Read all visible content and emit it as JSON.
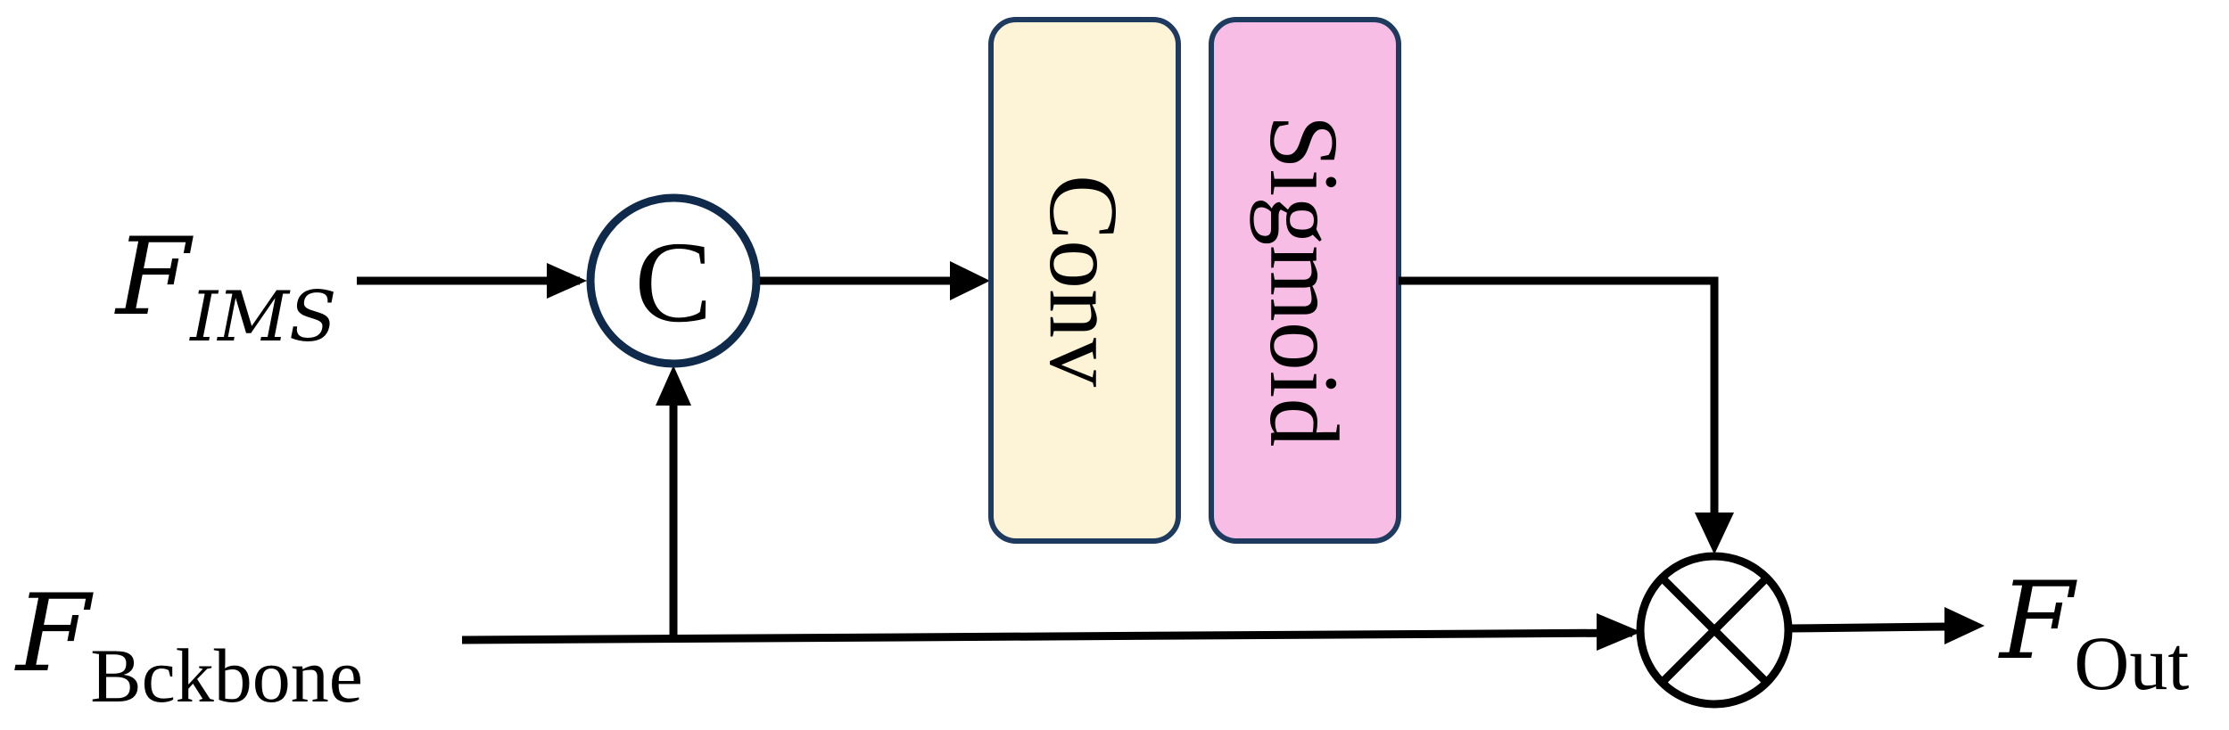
{
  "inputs": {
    "ims": {
      "main": "F",
      "sub": "IMS"
    },
    "backbone": {
      "main": "F",
      "sub": "Bckbone"
    }
  },
  "output": {
    "main": "F",
    "sub": "Out"
  },
  "concat_node": {
    "label": "C"
  },
  "blocks": {
    "conv": {
      "label": "Conv",
      "fill": "#fdf3d6",
      "stroke": "#1e3a5f"
    },
    "sigmoid": {
      "label": "Sigmoid",
      "fill": "#f7bde4",
      "stroke": "#1e3a5f"
    }
  },
  "colors": {
    "line": "#000000",
    "node_stroke": "#0f2a4a"
  },
  "icons": {
    "multiply": "circled-times-icon"
  }
}
